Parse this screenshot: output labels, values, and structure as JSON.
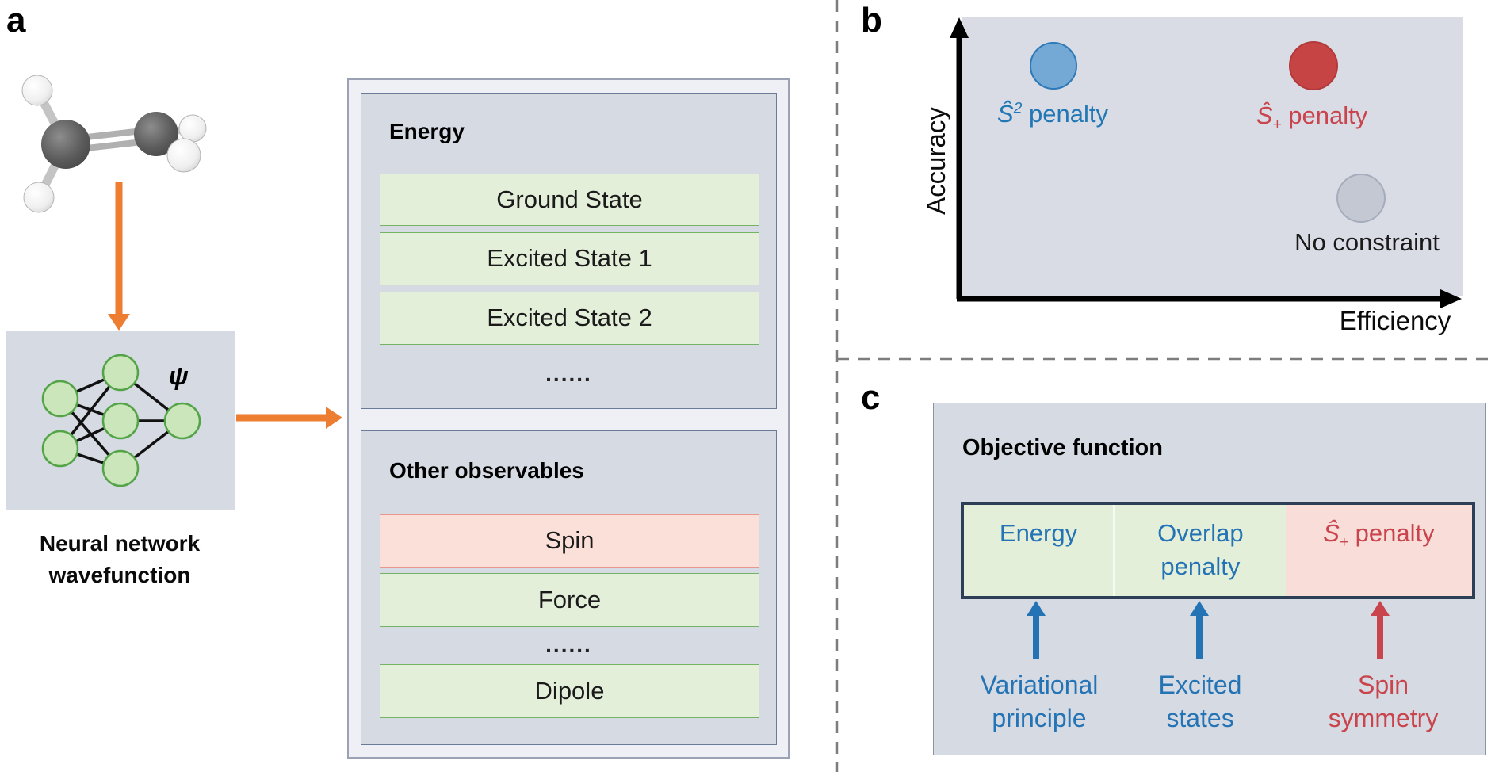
{
  "colors": {
    "accent_orange": "#ed7d31",
    "blue_text": "#2474b5",
    "red_text": "#c9444c",
    "green_fill": "#e4efda",
    "pink_fill": "#f9ddd9",
    "panel_fill": "#d6dae3",
    "navy_border": "#2d3e57"
  },
  "panel_a": {
    "label": "a",
    "psi": "ψ",
    "caption": "Neural network wavefunction",
    "energy": {
      "title": "Energy",
      "rows": [
        "Ground State",
        "Excited State 1",
        "Excited State 2"
      ],
      "ellipsis": "......"
    },
    "observables": {
      "title": "Other observables",
      "row_spin": "Spin",
      "row_force": "Force",
      "ellipsis": "......",
      "row_dipole": "Dipole"
    }
  },
  "panel_b": {
    "label": "b",
    "y_axis_label": "Accuracy",
    "x_axis_label": "Efficiency",
    "points": [
      {
        "name": "s2-penalty",
        "head": "Ŝ",
        "sup": "2",
        "rest": " penalty",
        "dot_color": "#74a9d6",
        "efficiency": 0.18,
        "accuracy": 0.83
      },
      {
        "name": "s-plus-penalty",
        "head": "Ŝ",
        "sub": "+",
        "rest": " penalty",
        "dot_color": "#c64444",
        "efficiency": 0.7,
        "accuracy": 0.83
      },
      {
        "name": "no-constraint",
        "label": "No constraint",
        "dot_color": "#c3c8d3",
        "efficiency": 0.8,
        "accuracy": 0.35
      }
    ]
  },
  "panel_c": {
    "label": "c",
    "title": "Objective function",
    "segments": {
      "energy": "Energy",
      "overlap": "Overlap penalty",
      "spin_head": "Ŝ",
      "spin_sub": "+",
      "spin_rest": " penalty"
    },
    "annotations": [
      {
        "line1": "Variational",
        "line2": "principle"
      },
      {
        "line1": "Excited",
        "line2": "states"
      },
      {
        "line1": "Spin",
        "line2": "symmetry"
      }
    ]
  }
}
